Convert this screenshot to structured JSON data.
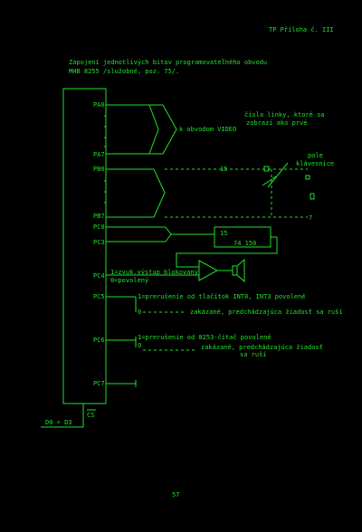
{
  "header": "TP Příloha č. III",
  "title_line1": "Zapojení jednotlivých bitov programovateľného obvodu",
  "title_line2": "MHB 8255 /služobné, poz. 75/.",
  "chip": {
    "pins": [
      "PA0",
      "PA7",
      "PB0",
      "PB7",
      "PC0",
      "PC3",
      "PC4",
      "PC5",
      "PC6",
      "PC7"
    ],
    "cs": "CS",
    "bus": "D0 ÷ D3"
  },
  "labels": {
    "video": "k obvodom VIDEO",
    "lines_note_1": "čísla linky, ktoré sa",
    "lines_note_2": "zobrazí ako prvé",
    "keyboard_1": "pole",
    "keyboard_2": "klávesnice",
    "n15a": "15",
    "n15b": "15",
    "n7": "7",
    "ic": "74 150",
    "pc4_1": "1=zvuk.výstup blokovaný",
    "pc4_2": "0=povolený",
    "pc5_1": "1=prerušenie od tlačítok INT0, INT3 povolené",
    "pc5_2": "zakázané, predchádzajúca žiadosť sa ruší",
    "pc5_0": "0",
    "pc6_1": "1=prerušenie od 8253-čítač povolené",
    "pc6_2": "zakázané, predchádzajúca žiadosť",
    "pc6_3": "sa ruší",
    "pc6_0": "0"
  },
  "page_number": "57"
}
